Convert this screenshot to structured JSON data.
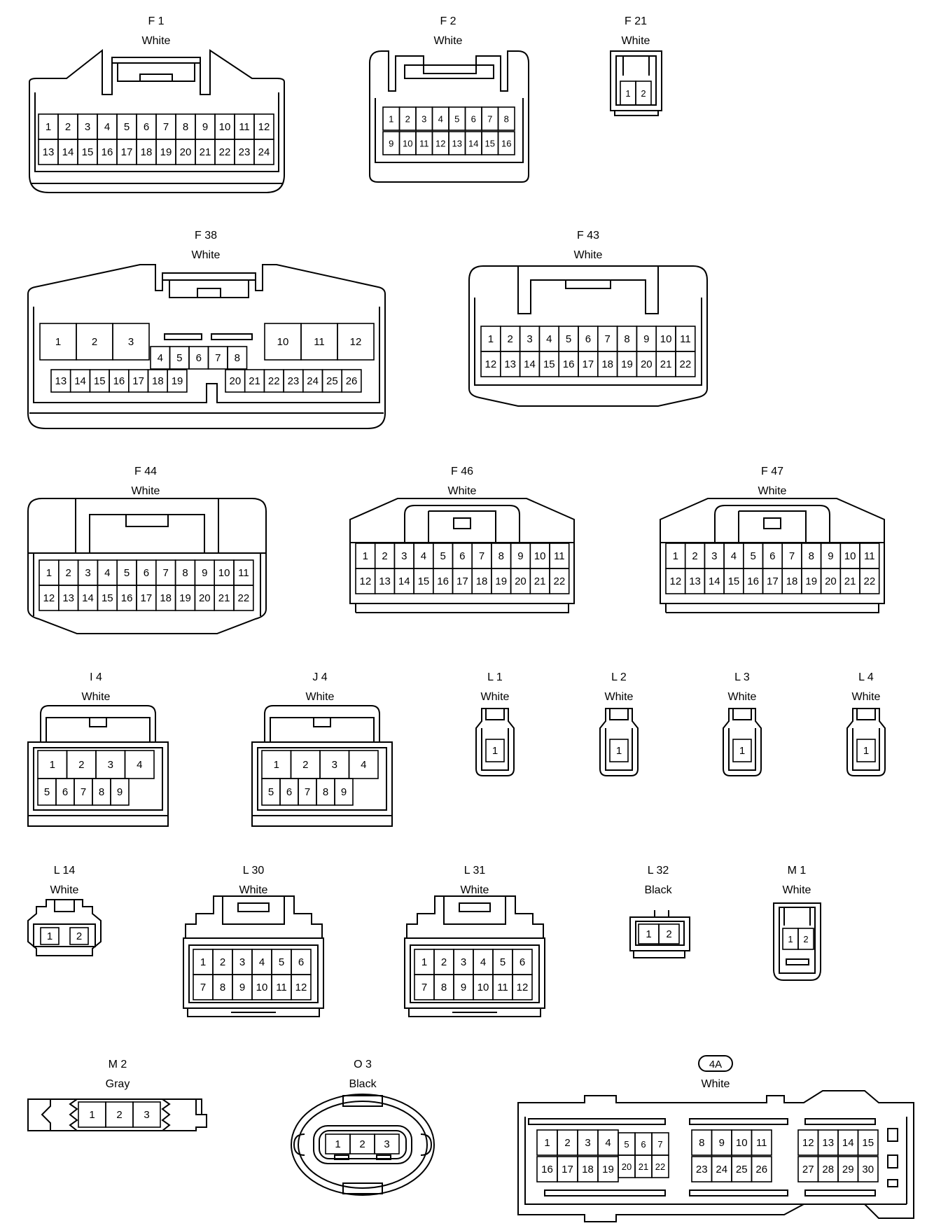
{
  "connectors": {
    "f1": {
      "code": "F 1",
      "color": "White"
    },
    "f2": {
      "code": "F 2",
      "color": "White"
    },
    "f21": {
      "code": "F 21",
      "color": "White"
    },
    "f38": {
      "code": "F 38",
      "color": "White"
    },
    "f43": {
      "code": "F 43",
      "color": "White"
    },
    "f44": {
      "code": "F 44",
      "color": "White"
    },
    "f46": {
      "code": "F 46",
      "color": "White"
    },
    "f47": {
      "code": "F 47",
      "color": "White"
    },
    "i4": {
      "code": "I 4",
      "color": "White"
    },
    "j4": {
      "code": "J 4",
      "color": "White"
    },
    "l1": {
      "code": "L 1",
      "color": "White"
    },
    "l2": {
      "code": "L 2",
      "color": "White"
    },
    "l3": {
      "code": "L 3",
      "color": "White"
    },
    "l4": {
      "code": "L 4",
      "color": "White"
    },
    "l14": {
      "code": "L 14",
      "color": "White"
    },
    "l30": {
      "code": "L 30",
      "color": "White"
    },
    "l31": {
      "code": "L 31",
      "color": "White"
    },
    "l32": {
      "code": "L 32",
      "color": "Black"
    },
    "m1": {
      "code": "M 1",
      "color": "White"
    },
    "m2": {
      "code": "M 2",
      "color": "Gray"
    },
    "o3": {
      "code": "O 3",
      "color": "Black"
    },
    "4a": {
      "code": "4A",
      "color": "White"
    }
  }
}
